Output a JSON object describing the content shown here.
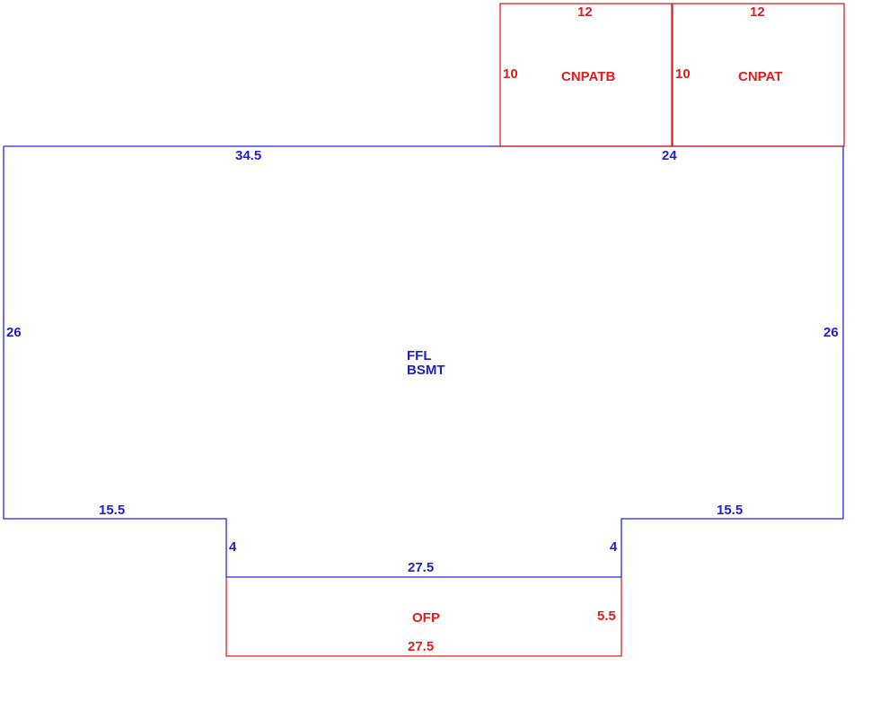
{
  "colors": {
    "main_area": "#2424e0",
    "addition_area": "#e02020"
  },
  "areas": {
    "main": {
      "label_line1": "FFL",
      "label_line2": "BSMT",
      "dims": {
        "top_left": "34.5",
        "top_right": "24",
        "left": "26",
        "right": "26",
        "bottom_left": "15.5",
        "bottom_right": "15.5",
        "notch_left": "4",
        "notch_right": "4",
        "notch_bottom": "27.5"
      }
    },
    "cnpatb": {
      "label": "CNPATB",
      "dims": {
        "top": "12",
        "side": "10"
      }
    },
    "cnpat": {
      "label": "CNPAT",
      "dims": {
        "top": "12",
        "side": "10"
      }
    },
    "ofp": {
      "label": "OFP",
      "dims": {
        "side": "5.5",
        "bottom": "27.5"
      }
    }
  }
}
